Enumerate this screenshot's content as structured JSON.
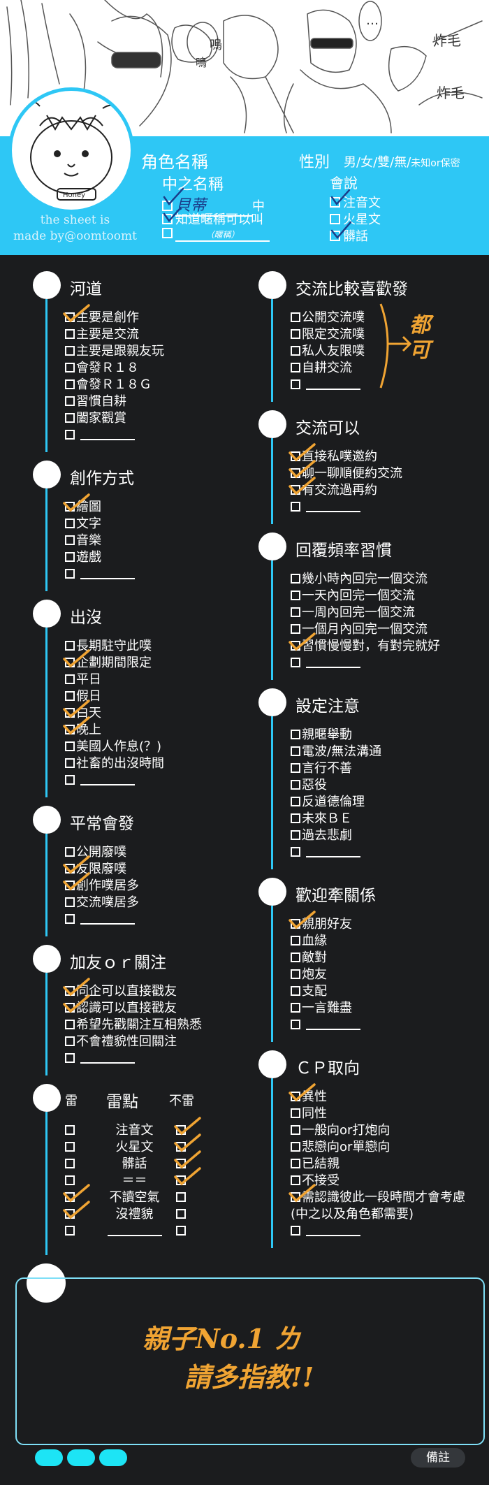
{
  "header": {
    "credit_line1": "the sheet is",
    "credit_line2": "made by@oomtoomt",
    "role_name_label": "角色名稱",
    "gender_label": "性別",
    "gender_options": "男/女/雙/無/",
    "gender_options_small": "未知or保密",
    "chinese_name_label": "中之名稱",
    "chinese_name_options": [
      {
        "text": "貝蒂",
        "suffix": "中",
        "checked": true
      },
      {
        "text": "知道暱稱可以叫",
        "checked": true
      },
      {
        "text": "（暱稱）",
        "checked": false
      }
    ],
    "speak_label": "會說",
    "speak_options": [
      {
        "text": "注音文",
        "checked": true
      },
      {
        "text": "火星文",
        "checked": false
      },
      {
        "text": "髒話",
        "checked": true
      }
    ]
  },
  "sketch_text": {
    "a": "嗚",
    "b": "嗚",
    "c": "炸毛",
    "d": "炸毛",
    "e": "…",
    "tag": "Honey"
  },
  "left_sections": [
    {
      "title": "河道",
      "items": [
        {
          "text": "主要是創作",
          "checked": true
        },
        {
          "text": "主要是交流",
          "checked": false
        },
        {
          "text": "主要是跟親友玩",
          "checked": false
        },
        {
          "text": "會發Ｒ１８",
          "checked": false
        },
        {
          "text": "會發Ｒ１８Ｇ",
          "checked": false
        },
        {
          "text": "習慣自耕",
          "checked": false
        },
        {
          "text": "闔家觀賞",
          "checked": false
        },
        {
          "text": "",
          "checked": false,
          "blank": true
        }
      ]
    },
    {
      "title": "創作方式",
      "items": [
        {
          "text": "繪圖",
          "checked": true
        },
        {
          "text": "文字",
          "checked": false
        },
        {
          "text": "音樂",
          "checked": false
        },
        {
          "text": "遊戲",
          "checked": false
        },
        {
          "text": "",
          "checked": false,
          "blank": true
        }
      ]
    },
    {
      "title": "出沒",
      "items": [
        {
          "text": "長期駐守此噗",
          "checked": false
        },
        {
          "text": "企劃期間限定",
          "checked": true
        },
        {
          "text": "平日",
          "checked": false
        },
        {
          "text": "假日",
          "checked": false
        },
        {
          "text": "白天",
          "checked": true
        },
        {
          "text": "晚上",
          "checked": true
        },
        {
          "text": "美國人作息(？)",
          "checked": false
        },
        {
          "text": "社畜的出沒時間",
          "checked": false
        },
        {
          "text": "",
          "checked": false,
          "blank": true
        }
      ]
    },
    {
      "title": "平常會發",
      "items": [
        {
          "text": "公開廢噗",
          "checked": false
        },
        {
          "text": "友限廢噗",
          "checked": true
        },
        {
          "text": "創作噗居多",
          "checked": true
        },
        {
          "text": "交流噗居多",
          "checked": false
        },
        {
          "text": "",
          "checked": false,
          "blank": true
        }
      ]
    },
    {
      "title": "加友ｏｒ關注",
      "items": [
        {
          "text": "同企可以直接戳友",
          "checked": true
        },
        {
          "text": "認識可以直接戳友",
          "checked": true
        },
        {
          "text": "希望先戳關注互相熟悉",
          "checked": false
        },
        {
          "text": "不會禮貌性回關注",
          "checked": false
        },
        {
          "text": "",
          "checked": false,
          "blank": true
        }
      ]
    }
  ],
  "mines": {
    "mine_label": "雷",
    "points_label": "雷點",
    "not_mine_label": "不雷",
    "rows": [
      {
        "text": "注音文",
        "mine": false,
        "ok": true
      },
      {
        "text": "火星文",
        "mine": false,
        "ok": true
      },
      {
        "text": "髒話",
        "mine": false,
        "ok": true
      },
      {
        "text": "＝＝",
        "mine": false,
        "ok": true
      },
      {
        "text": "不讀空氣",
        "mine": true,
        "ok": false
      },
      {
        "text": "沒禮貌",
        "mine": true,
        "ok": false
      },
      {
        "text": "",
        "mine": false,
        "ok": false,
        "blank": true
      }
    ]
  },
  "right_sections": [
    {
      "title": "交流比較喜歡發",
      "items": [
        {
          "text": "公開交流噗",
          "checked": false
        },
        {
          "text": "限定交流噗",
          "checked": false
        },
        {
          "text": "私人友限噗",
          "checked": false
        },
        {
          "text": "自耕交流",
          "checked": false
        },
        {
          "text": "",
          "checked": false,
          "blank": true
        }
      ]
    },
    {
      "title": "交流可以",
      "items": [
        {
          "text": "直接私噗邀約",
          "checked": true
        },
        {
          "text": "聊一聊順便約交流",
          "checked": true
        },
        {
          "text": "有交流過再約",
          "checked": true
        },
        {
          "text": "",
          "checked": false,
          "blank": true
        }
      ]
    },
    {
      "title": "回覆頻率習慣",
      "items": [
        {
          "text": "幾小時內回完一個交流",
          "checked": false
        },
        {
          "text": "一天內回完一個交流",
          "checked": false
        },
        {
          "text": "一周內回完一個交流",
          "checked": false
        },
        {
          "text": "一個月內回完一個交流",
          "checked": false
        },
        {
          "text": "習慣慢慢對，有對完就好",
          "checked": true
        },
        {
          "text": "",
          "checked": false,
          "blank": true
        }
      ]
    },
    {
      "title": "設定注意",
      "items": [
        {
          "text": "親暱舉動",
          "checked": false
        },
        {
          "text": "電波/無法溝通",
          "checked": false
        },
        {
          "text": "言行不善",
          "checked": false
        },
        {
          "text": "惡役",
          "checked": false
        },
        {
          "text": "反道德倫理",
          "checked": false
        },
        {
          "text": "未來ＢＥ",
          "checked": false
        },
        {
          "text": "過去悲劇",
          "checked": false
        },
        {
          "text": "",
          "checked": false,
          "blank": true
        }
      ]
    },
    {
      "title": "歡迎牽關係",
      "items": [
        {
          "text": "親朋好友",
          "checked": true
        },
        {
          "text": "血緣",
          "checked": false
        },
        {
          "text": "敵對",
          "checked": false
        },
        {
          "text": "炮友",
          "checked": false
        },
        {
          "text": "支配",
          "checked": false
        },
        {
          "text": "一言難盡",
          "checked": false
        },
        {
          "text": "",
          "checked": false,
          "blank": true
        }
      ]
    },
    {
      "title": "ＣＰ取向",
      "items": [
        {
          "text": "異性",
          "checked": true
        },
        {
          "text": "同性",
          "checked": false
        },
        {
          "text": "一般向or打炮向",
          "checked": false
        },
        {
          "text": "悲戀向or單戀向",
          "checked": false
        },
        {
          "text": "已結親",
          "checked": false
        },
        {
          "text": "不接受",
          "checked": false
        },
        {
          "text": "需認識彼此一段時間才會考慮",
          "checked": true
        },
        {
          "text": "(中之以及角色都需要)",
          "checked": false,
          "nobox": true
        },
        {
          "text": "",
          "checked": false,
          "blank": true
        }
      ]
    }
  ],
  "annotation_all_ok": "都可",
  "memo_text_line1": "親子No.1 ㄌ",
  "memo_text_line2": "請多指教!!",
  "note_tab": "備註",
  "colors": {
    "accent": "#2ec7f5",
    "tick": "#f0a433",
    "background": "#1b1c1e",
    "pill": "#1de4f5"
  }
}
